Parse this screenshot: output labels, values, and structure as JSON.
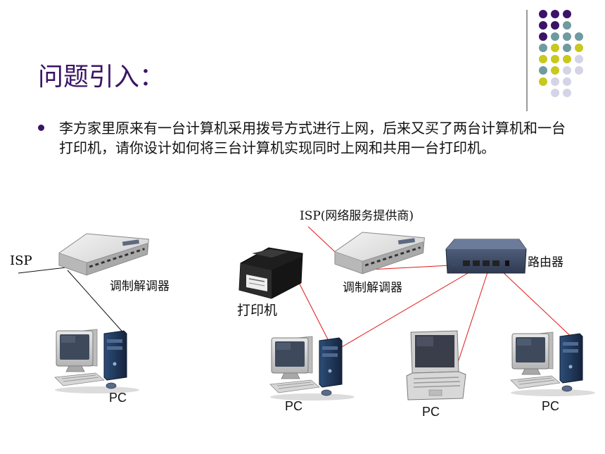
{
  "slide": {
    "title": "问题引入：",
    "paragraph": "李方家里原来有一台计算机采用拨号方式进行上网，后来又买了两台计算机和一台打印机，请你设计如何将三台计算机实现同时上网和共用一台打印机。"
  },
  "diagram": {
    "left": {
      "isp_label": "ISP",
      "modem_label": "调制解调器",
      "pc_label": "PC"
    },
    "right": {
      "isp_label": "ISP(网络服务提供商)",
      "modem_label": "调制解调器",
      "router_label": "路由器",
      "printer_label": "打印机",
      "pc_labels": [
        "PC",
        "PC",
        "PC"
      ]
    }
  },
  "colors": {
    "title": "#3b1466",
    "purple_dot": "#3b1466",
    "teal_dot": "#6f9aa0",
    "yellow_dot": "#c8c81e",
    "lavender_dot": "#d4d4e6",
    "red_link": "#e01818",
    "black_link": "#111111"
  }
}
